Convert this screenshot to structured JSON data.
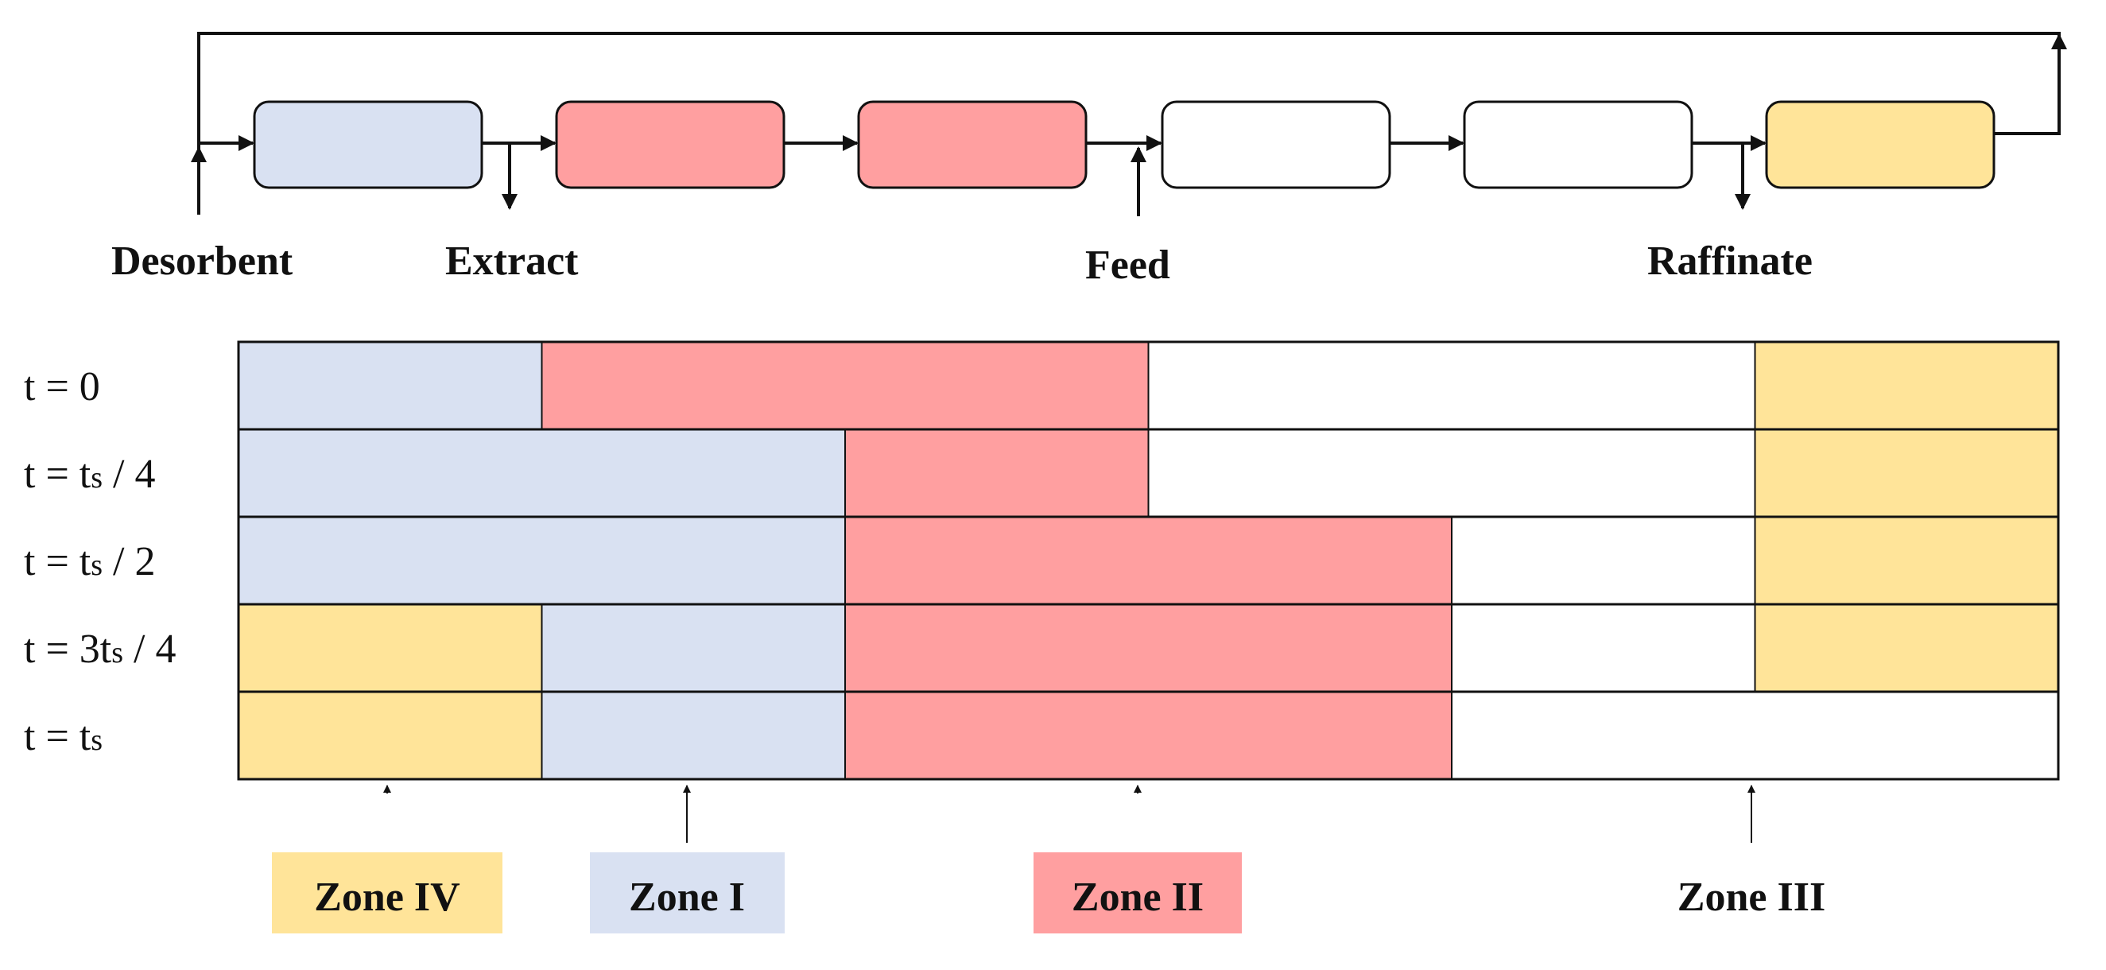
{
  "colors": {
    "zone_I": "#D9E1F2",
    "zone_II": "#FF9FA0",
    "zone_III": "#FFFFFF",
    "zone_IV": "#FFE499",
    "line": "#111111"
  },
  "ports": {
    "desorbent": "Desorbent",
    "extract": "Extract",
    "feed": "Feed",
    "raffinate": "Raffinate"
  },
  "columns": [
    "zone_I",
    "zone_II",
    "zone_II",
    "zone_III",
    "zone_III",
    "zone_IV"
  ],
  "rows": [
    {
      "label": {
        "base": "t = ",
        "sub": "",
        "after": "0"
      },
      "segments": [
        {
          "zone": "zone_I",
          "from": 0,
          "to": 1
        },
        {
          "zone": "zone_II",
          "from": 1,
          "to": 3
        },
        {
          "zone": "zone_III",
          "from": 3,
          "to": 5
        },
        {
          "zone": "zone_IV",
          "from": 5,
          "to": 6
        }
      ]
    },
    {
      "label": {
        "base": "t = t",
        "sub": "s",
        "after": " / 4"
      },
      "segments": [
        {
          "zone": "zone_I",
          "from": 0,
          "to": 2
        },
        {
          "zone": "zone_II",
          "from": 2,
          "to": 3
        },
        {
          "zone": "zone_III",
          "from": 3,
          "to": 5
        },
        {
          "zone": "zone_IV",
          "from": 5,
          "to": 6
        }
      ]
    },
    {
      "label": {
        "base": "t = t",
        "sub": "s",
        "after": " / 2"
      },
      "segments": [
        {
          "zone": "zone_I",
          "from": 0,
          "to": 2
        },
        {
          "zone": "zone_II",
          "from": 2,
          "to": 4
        },
        {
          "zone": "zone_III",
          "from": 4,
          "to": 5
        },
        {
          "zone": "zone_IV",
          "from": 5,
          "to": 6
        }
      ]
    },
    {
      "label": {
        "base": "t = 3t",
        "sub": "s",
        "after": " / 4"
      },
      "segments": [
        {
          "zone": "zone_IV",
          "from": 0,
          "to": 1
        },
        {
          "zone": "zone_I",
          "from": 1,
          "to": 2
        },
        {
          "zone": "zone_II",
          "from": 2,
          "to": 4
        },
        {
          "zone": "zone_III",
          "from": 4,
          "to": 5
        },
        {
          "zone": "zone_IV",
          "from": 5,
          "to": 6
        }
      ]
    },
    {
      "label": {
        "base": "t = t",
        "sub": "s",
        "after": ""
      },
      "segments": [
        {
          "zone": "zone_IV",
          "from": 0,
          "to": 1
        },
        {
          "zone": "zone_I",
          "from": 1,
          "to": 2
        },
        {
          "zone": "zone_II",
          "from": 2,
          "to": 4
        },
        {
          "zone": "zone_III",
          "from": 4,
          "to": 6
        }
      ]
    }
  ],
  "zones": [
    {
      "key": "zone_IV",
      "label": "Zone IV"
    },
    {
      "key": "zone_I",
      "label": "Zone I"
    },
    {
      "key": "zone_II",
      "label": "Zone II"
    },
    {
      "key": "zone_III",
      "label": "Zone III"
    }
  ]
}
